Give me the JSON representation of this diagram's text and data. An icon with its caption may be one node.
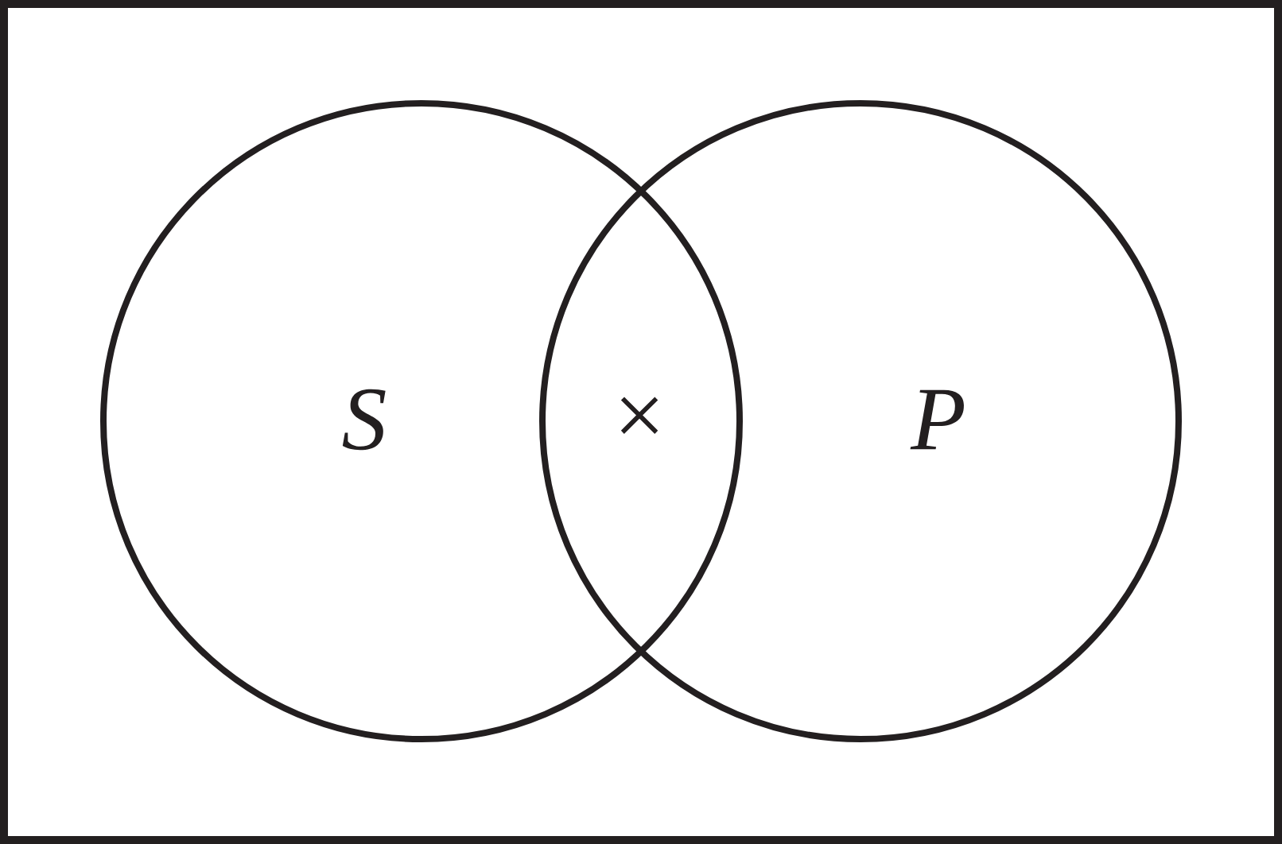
{
  "diagram": {
    "nodes": [
      {
        "text": [],
        "shape": "box"
      },
      {
        "text": [
          "S"
        ],
        "in": 0
      },
      {
        "text": [
          "P"
        ],
        "in": 0
      }
    ],
    "labels": [
      "×"
    ]
  }
}
